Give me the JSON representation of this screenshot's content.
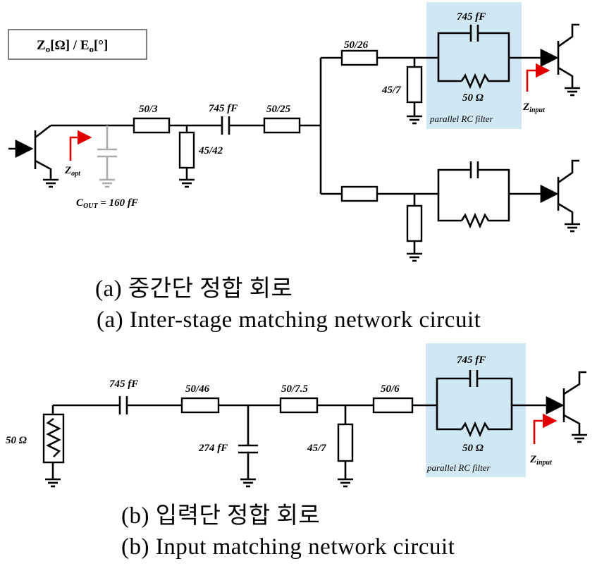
{
  "legend": {
    "text": "Zo[Ω] / Eo[°]",
    "z": "Z",
    "z_sub": "o",
    "z_unit": "[Ω] / E",
    "e_sub": "o",
    "e_unit": "[°]"
  },
  "circuit_a": {
    "tline_1": "50/3",
    "stub_1": "45/42",
    "cap_series": "745 fF",
    "tline_2": "50/25",
    "tline_3": "50/26",
    "stub_2": "45/7",
    "filter_cap": "745 fF",
    "filter_res": "50 Ω",
    "filter_label": "parallel RC filter",
    "cout_label": "C",
    "cout_sub": "OUT",
    "cout_value": " = 160 fF",
    "zopt": "Z",
    "zopt_sub": "opt",
    "zinput": "Z",
    "zinput_sub": "input"
  },
  "circuit_b": {
    "source_res": "50 Ω",
    "cap_series": "745 fF",
    "tline_1": "50/46",
    "shunt_cap": "274 fF",
    "tline_2": "50/7.5",
    "stub_1": "45/7",
    "tline_3": "50/6",
    "filter_cap": "745 fF",
    "filter_res": "50 Ω",
    "filter_label": "parallel RC filter",
    "zinput": "Z",
    "zinput_sub": "input"
  },
  "captions": {
    "a_korean": "(a) 중간단 정합 회로",
    "a_english": "(a) Inter-stage matching network circuit",
    "b_korean": "(b) 입력단 정합 회로",
    "b_english": "(b) Input matching network circuit"
  },
  "colors": {
    "filter_box": "#cfe8f3",
    "port_arrow": "#e00000",
    "cout_gray": "#aaaaaa"
  }
}
